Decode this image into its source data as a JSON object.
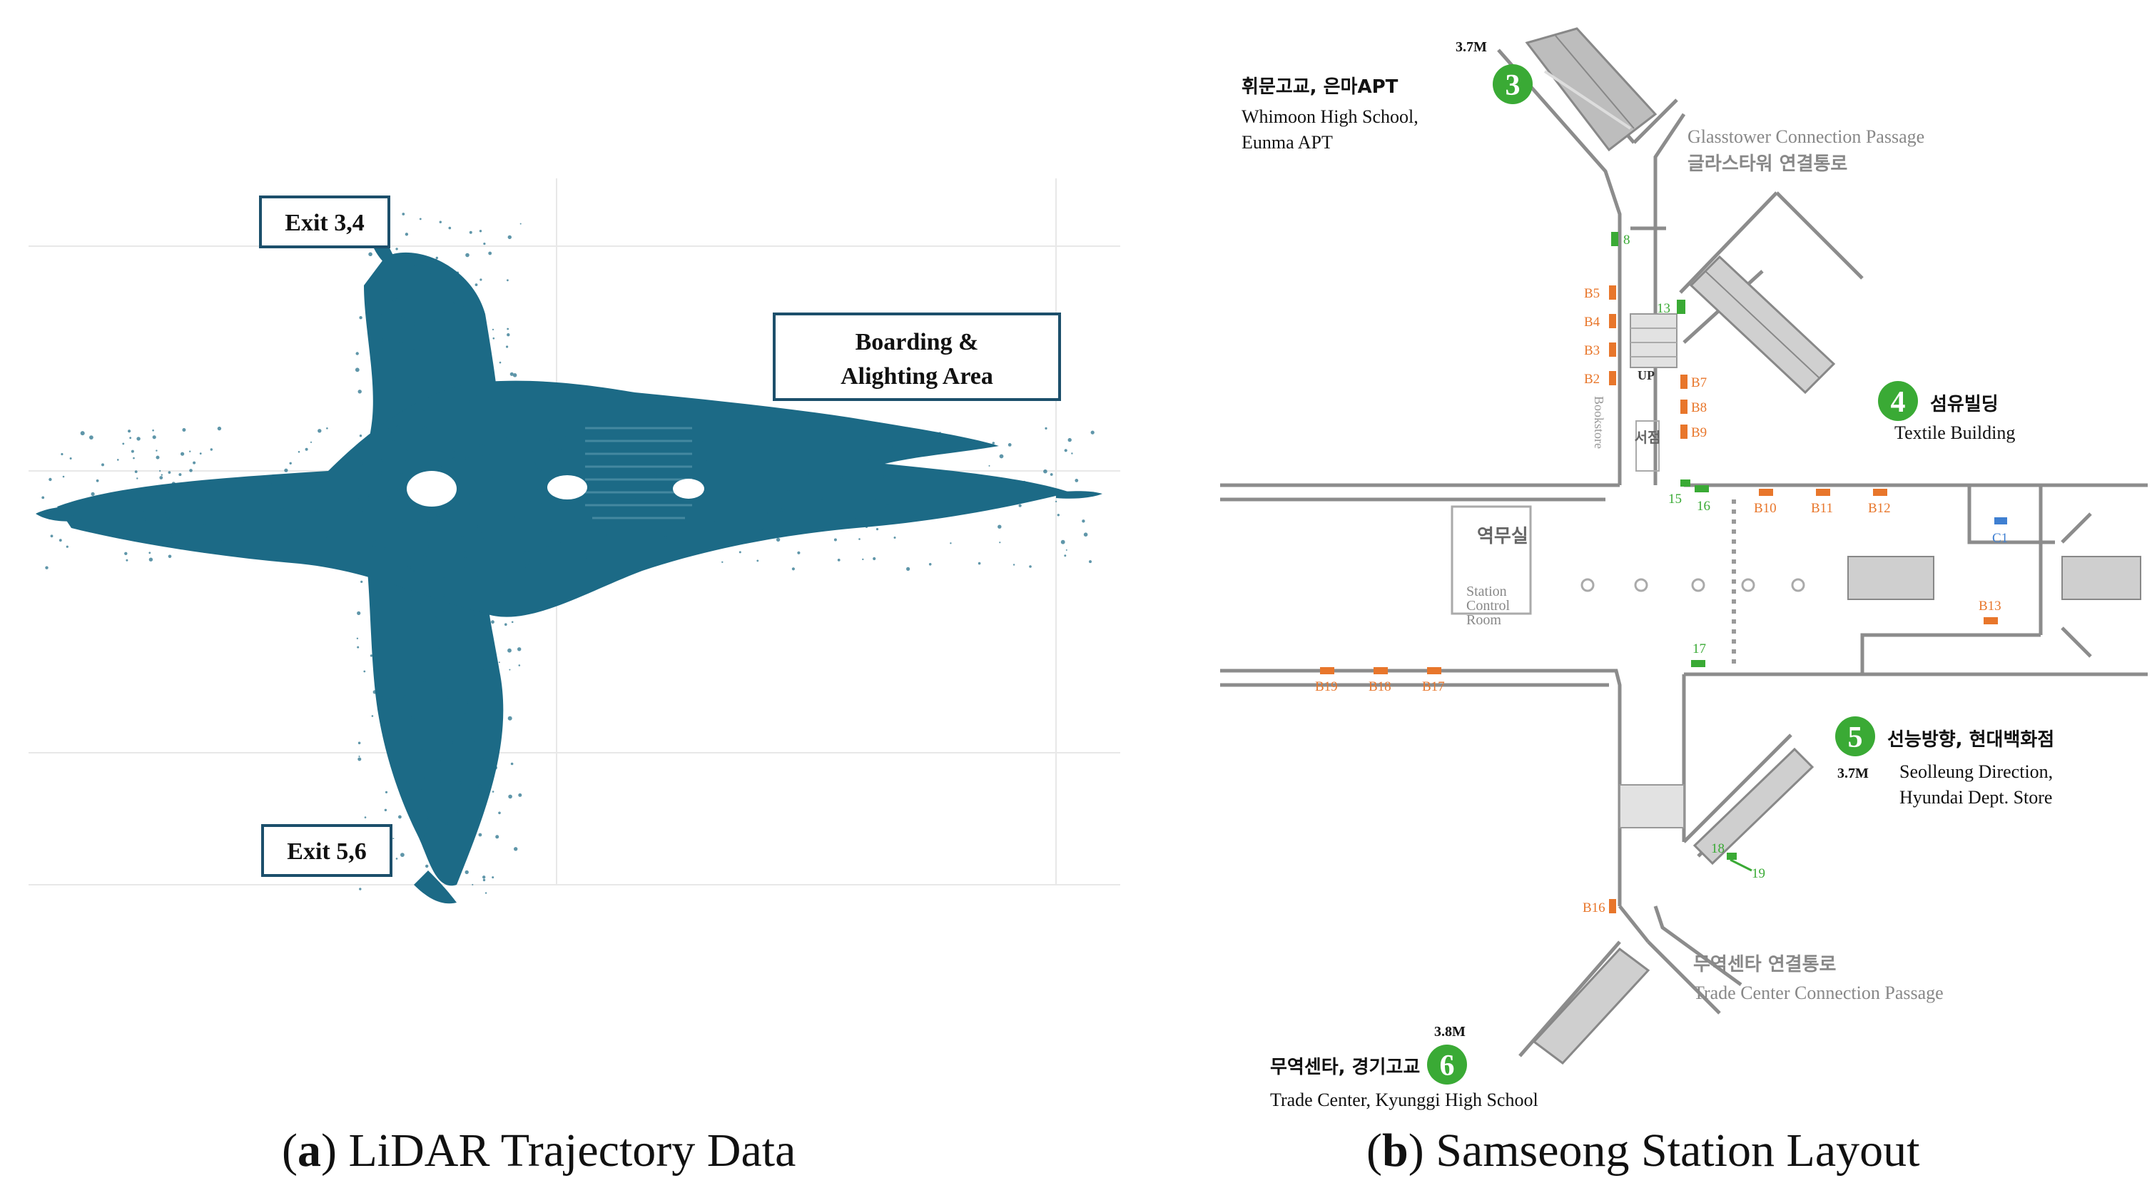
{
  "panel_a": {
    "labels": {
      "exit34": "Exit 3,4",
      "boarding_line1": "Boarding &",
      "boarding_line2": "Alighting Area",
      "exit56": "Exit 5,6"
    },
    "caption": {
      "letter": "a",
      "text": " LiDAR Trajectory Data"
    },
    "point_color": "#1c6a86"
  },
  "panel_b": {
    "exit3": {
      "number": "3",
      "kor": "휘문고교, 은마APT",
      "eng1": "Whimoon High School,",
      "eng2": "Eunma APT",
      "depth": "3.7M"
    },
    "exit4": {
      "number": "4",
      "kor": "섬유빌딩",
      "eng1": "Textile Building"
    },
    "exit5": {
      "number": "5",
      "kor": "선능방향, 현대백화점",
      "eng1": "Seolleung Direction,",
      "eng2": "Hyundai Dept. Store",
      "depth": "3.7M"
    },
    "exit6": {
      "number": "6",
      "kor": "무역센타, 경기고교",
      "eng1": "Trade Center, Kyunggi High School",
      "depth": "3.8M"
    },
    "glasstower": {
      "eng": "Glasstower Connection Passage",
      "kor": "글라스타워 연결통로"
    },
    "tradecenter": {
      "kor": "무역센타 연결통로",
      "eng": "Trade Center Connection Passage"
    },
    "control_room": {
      "kor": "역무실",
      "eng1": "Station",
      "eng2": "Control",
      "eng3": "Room"
    },
    "bookstore": {
      "kor": "서점",
      "eng": "Bookstore"
    },
    "up": "UP",
    "green_markers": [
      "8",
      "13",
      "15",
      "16",
      "17",
      "18",
      "19"
    ],
    "orange_markers": [
      "B5",
      "B4",
      "B3",
      "B2",
      "B7",
      "B8",
      "B9",
      "B10",
      "B11",
      "B12",
      "B13",
      "B16",
      "B17",
      "B18",
      "B19"
    ],
    "blue_markers": [
      "C1"
    ],
    "caption": {
      "letter": "b",
      "text": " Samseong Station Layout"
    },
    "colors": {
      "green": "#3aaa35",
      "orange": "#e8762b",
      "blue": "#3f7fd1",
      "wall": "#8c8c8c"
    }
  }
}
